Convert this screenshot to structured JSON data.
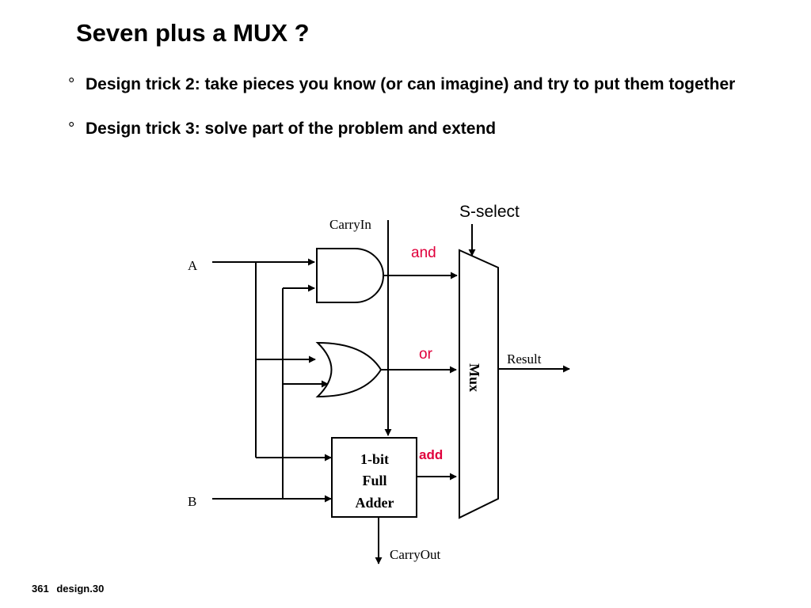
{
  "slide": {
    "title": "Seven plus a MUX ?",
    "bullets": [
      {
        "marker": "°",
        "text": "Design trick 2: take pieces you know (or can imagine) and try to put them together"
      },
      {
        "marker": "°",
        "text": "Design trick 3: solve part of the problem and extend"
      }
    ],
    "footer": {
      "page": "361",
      "code": "design.30"
    }
  },
  "diagram": {
    "inputs": {
      "a": "A",
      "b": "B",
      "carry_in": "CarryIn"
    },
    "select_label": "S-select",
    "signals": {
      "and": "and",
      "or": "or",
      "add": "add"
    },
    "adder_label": [
      "1-bit",
      "Full",
      "Adder"
    ],
    "mux_label": "Mux",
    "result_label": "Result",
    "carry_out_label": "CarryOut",
    "colors": {
      "signal_label": "#e0003c",
      "line": "#000000"
    }
  }
}
